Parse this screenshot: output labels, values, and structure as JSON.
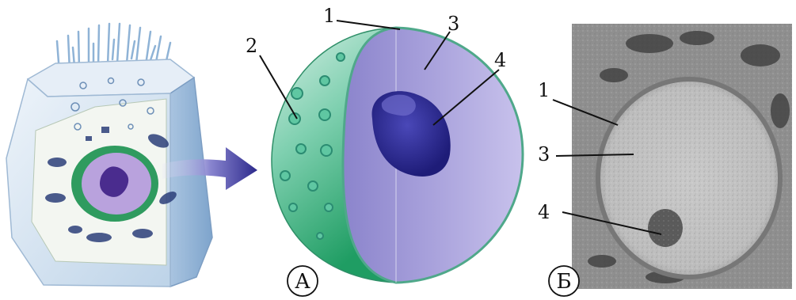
{
  "figure": {
    "panels": {
      "a": {
        "letter": "А"
      },
      "b": {
        "letter": "Б"
      }
    },
    "nucleus_model_labels": {
      "label_1": "1",
      "label_2": "2",
      "label_3": "3",
      "label_4": "4"
    },
    "micrograph_labels": {
      "label_1": "1",
      "label_3": "3",
      "label_4": "4"
    },
    "colors": {
      "cell_wall": "#cfe0ef",
      "nuclear_envelope_outer": "#48b07e",
      "nucleoplasm": "#a8a2da",
      "nucleolus": "#2c2a8e",
      "arrow": "#2d2a8c",
      "micrograph_bg": "#8f8f8f"
    }
  }
}
